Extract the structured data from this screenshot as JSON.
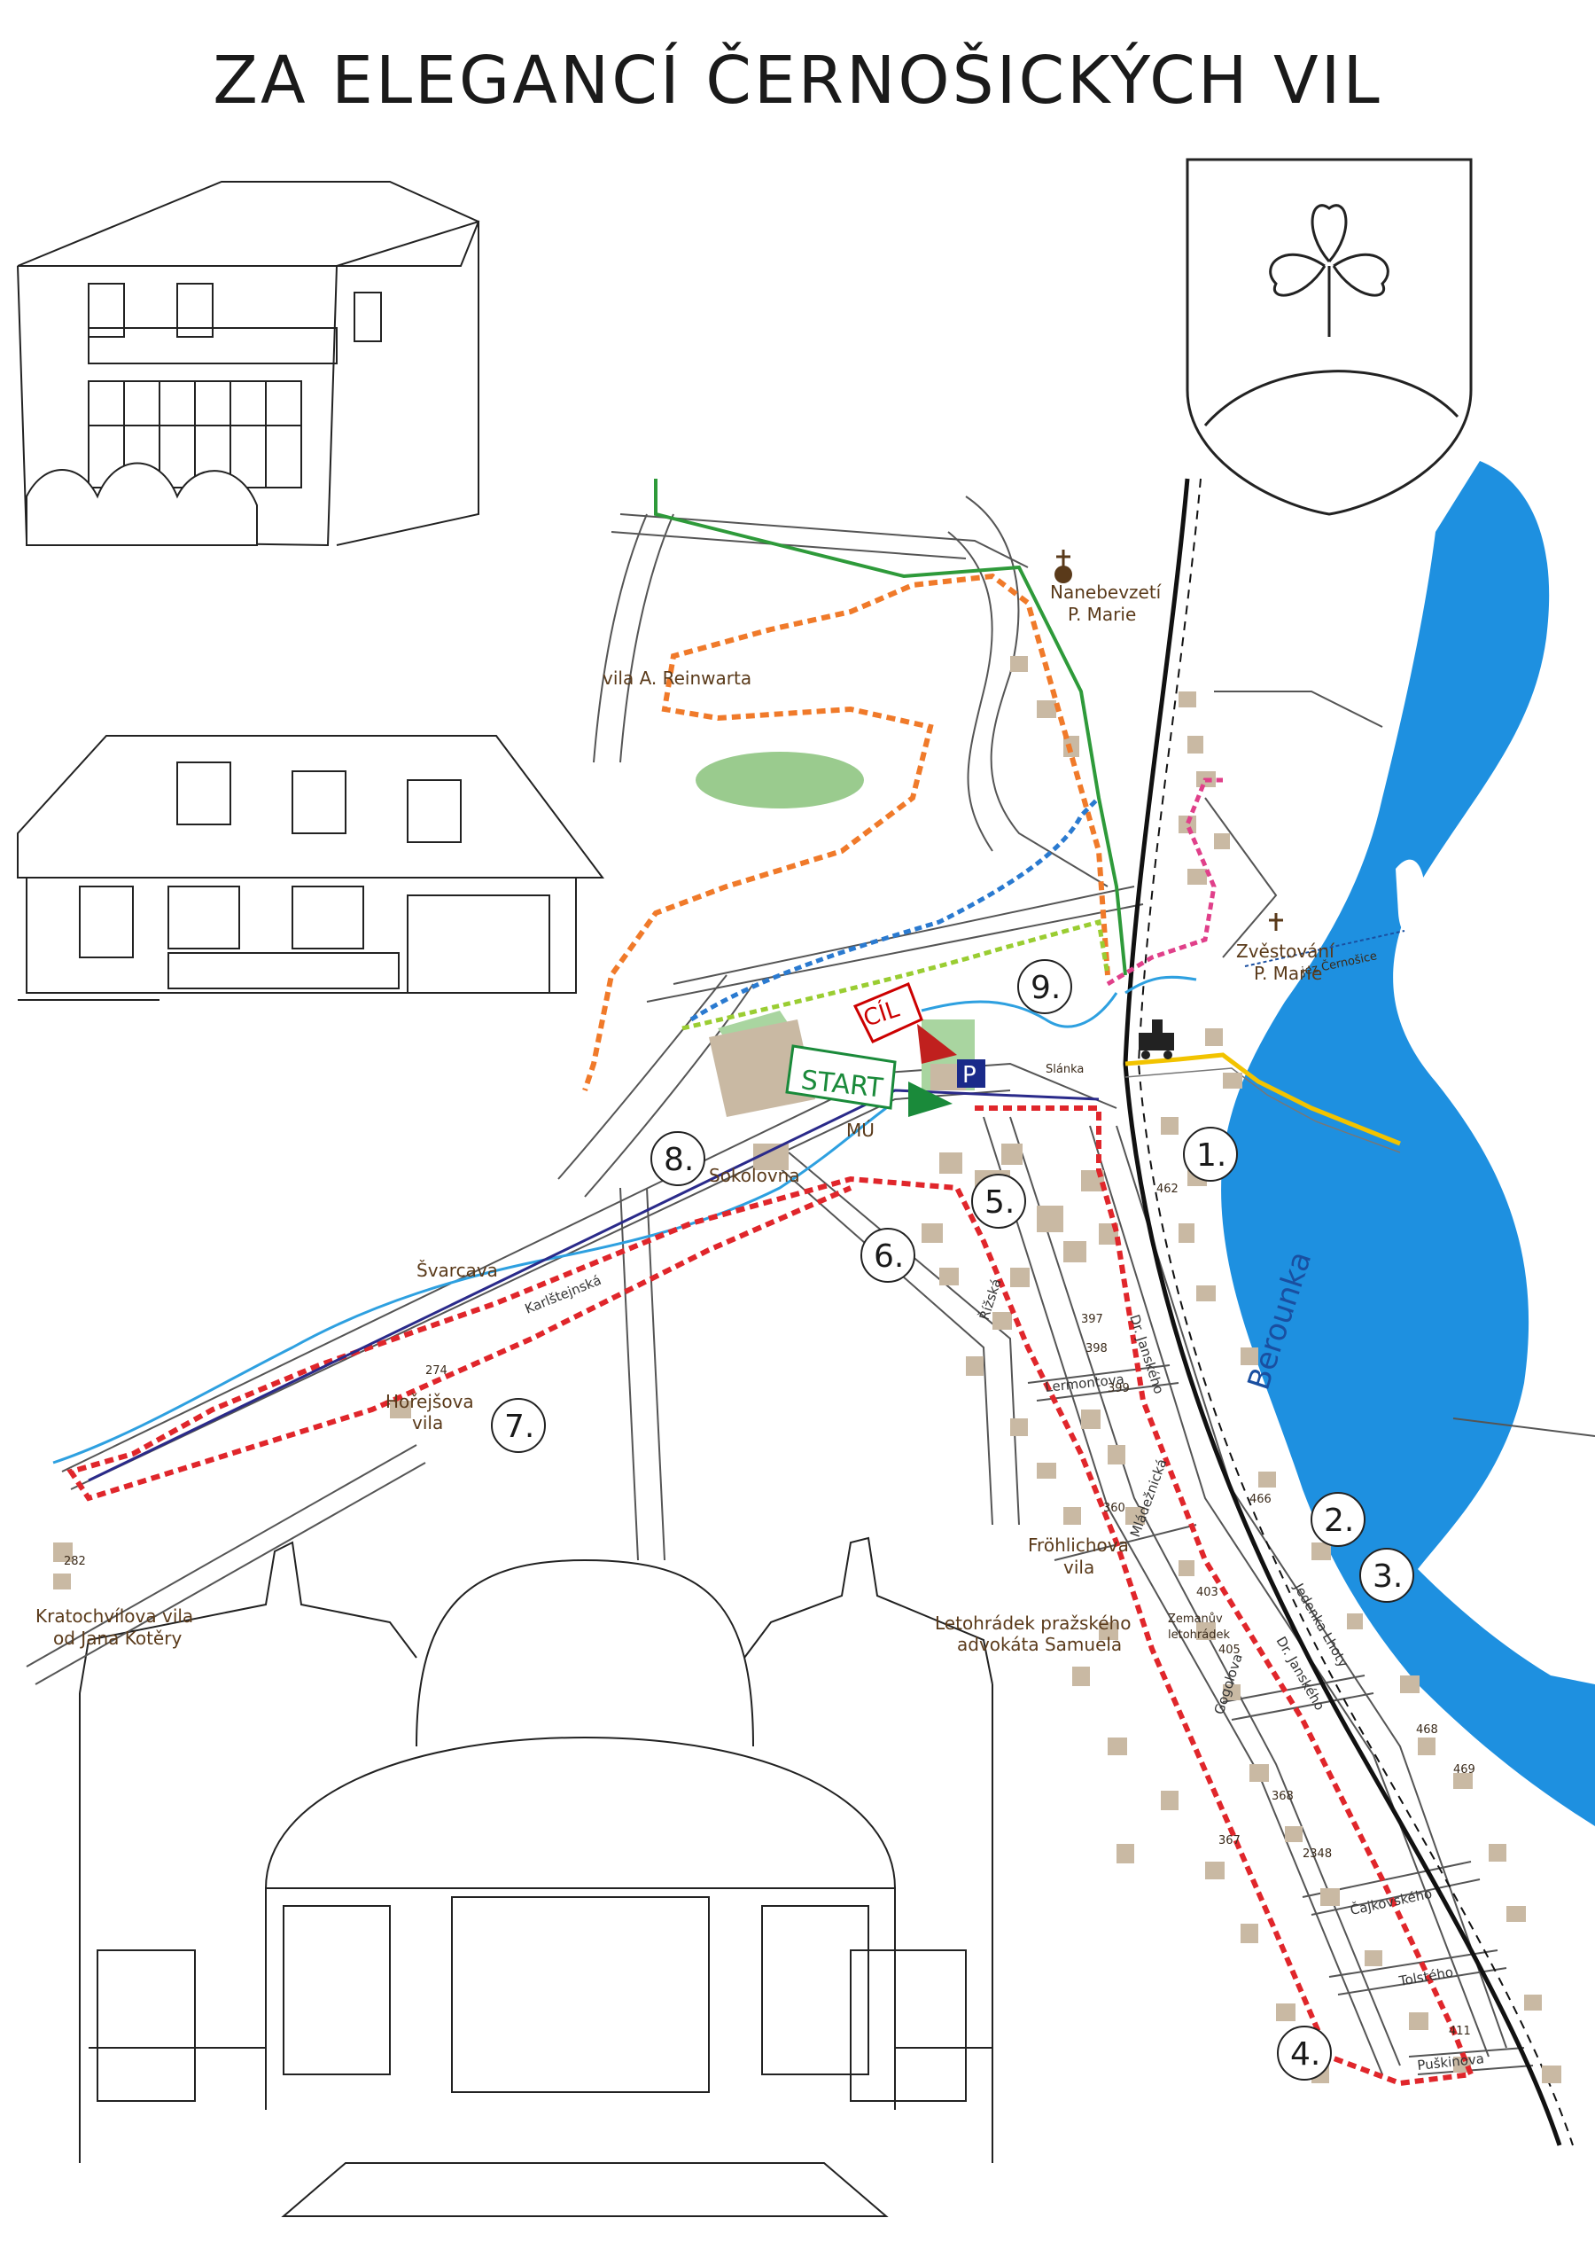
{
  "title": "ZA ELEGANCÍ ČERNOŠICKÝCH VIL",
  "colors": {
    "river": "#1e90e0",
    "route_red": "#e0262b",
    "route_orange": "#f07a2a",
    "route_blue": "#2a7ad0",
    "route_lime": "#9acd32",
    "route_pink": "#e0408a",
    "path_green": "#2e9a3a",
    "road_yellow": "#f2c300",
    "building": "#c9b9a3"
  },
  "markers": {
    "start": "START",
    "finish": "CÍL",
    "parking": "P"
  },
  "stops": [
    "1.",
    "2.",
    "3.",
    "4.",
    "5.",
    "6.",
    "7.",
    "8.",
    "9."
  ],
  "places": {
    "nanebevzeti": [
      "Nanebevzetí",
      "P. Marie"
    ],
    "zvestovani": [
      "Zvěstování",
      "P. Marie"
    ],
    "jez": "jez Černošice",
    "reinwart": "vila A. Reinwarta",
    "slanka": "Slánka",
    "sokolovna": "Sokolovna",
    "mu": "MÚ",
    "horejsova": [
      "Hořejšova",
      "vila"
    ],
    "kratochvilova": [
      "Kratochvílova vila",
      "od Jana Kotěry"
    ],
    "frohlichova": [
      "Fröhlichova",
      "vila"
    ],
    "letohradek": [
      "Letohrádek pražského",
      "advokáta Samuela"
    ],
    "zemanuv": [
      "Zemanův",
      "letohrádek"
    ]
  },
  "streets": {
    "svarcava": "Švarcava",
    "karlstejnska": "Karlštejnská",
    "rizska": "Řížská",
    "lermontova": "Lermontova",
    "dr_janskeho": "Dr. Janského",
    "mladeznicka": "Mládežnická",
    "gogolova": "Gogolova",
    "cajkovskeho": "Čajkovského",
    "tolsteho": "Tolstého",
    "lhoty": "Jedenka Lhoty",
    "pusdorfova": "Puškinova",
    "dr_janskeho2": "Dr. Janského"
  },
  "river_name": "Berounka",
  "house_numbers": [
    "462",
    "397",
    "398",
    "399",
    "274",
    "282",
    "360",
    "403",
    "405",
    "466",
    "468",
    "469",
    "368",
    "367",
    "2348",
    "411"
  ]
}
